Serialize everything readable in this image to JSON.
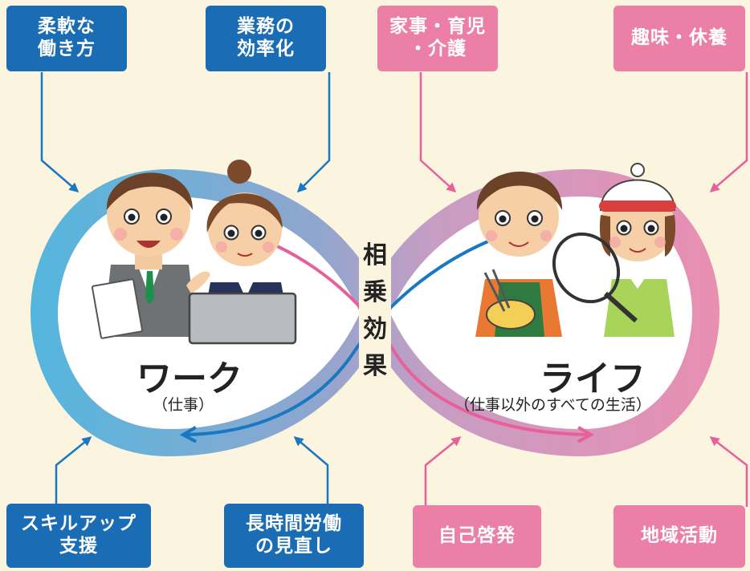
{
  "boxes": {
    "flexible": [
      "柔軟な",
      "働き方"
    ],
    "efficiency": [
      "業務の",
      "効率化"
    ],
    "housework": [
      "家事・育児",
      "・介護"
    ],
    "hobby": [
      "趣味・休養"
    ],
    "skillup": [
      "スキルアップ",
      "支援"
    ],
    "longhours": [
      "長時間労働",
      "の見直し"
    ],
    "selfdev": [
      "自己啓発"
    ],
    "community": [
      "地域活動"
    ]
  },
  "work": {
    "title": "ワーク",
    "sub": "（仕事）"
  },
  "life": {
    "title": "ライフ",
    "sub": "（仕事以外のすべての生活）"
  },
  "synergy": [
    "相",
    "乗",
    "効",
    "果"
  ],
  "colors": {
    "blue_box": "#1a6db5",
    "pink_box": "#ec7fa6",
    "loop_blue": "#4db8df",
    "loop_pink": "#ec8db0",
    "background": "#fbf4df"
  }
}
